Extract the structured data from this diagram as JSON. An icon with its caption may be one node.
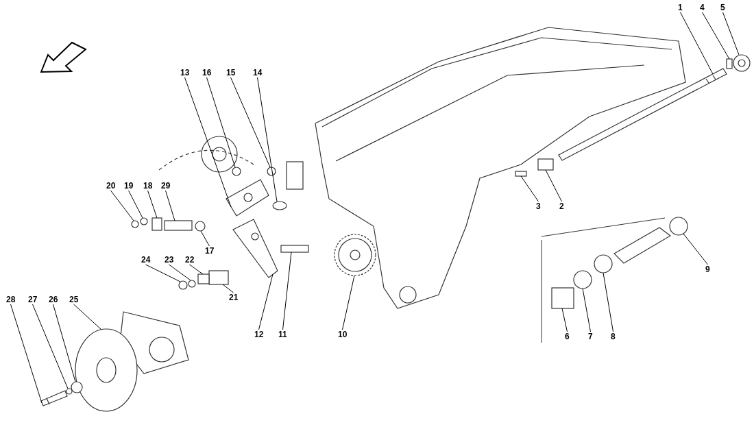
{
  "diagram": {
    "nodes": [
      {
        "text": [
          "1"
        ]
      },
      {
        "text": [
          "2"
        ]
      },
      {
        "text": [
          "3"
        ]
      },
      {
        "text": [
          "4"
        ]
      },
      {
        "text": [
          "5"
        ]
      },
      {
        "text": [
          "6"
        ]
      },
      {
        "text": [
          "7"
        ]
      },
      {
        "text": [
          "8"
        ]
      },
      {
        "text": [
          "9"
        ]
      },
      {
        "text": [
          "10"
        ]
      },
      {
        "text": [
          "11"
        ]
      },
      {
        "text": [
          "12"
        ]
      },
      {
        "text": [
          "13"
        ]
      },
      {
        "text": [
          "14"
        ]
      },
      {
        "text": [
          "15"
        ]
      },
      {
        "text": [
          "16"
        ]
      },
      {
        "text": [
          "17"
        ]
      },
      {
        "text": [
          "18"
        ]
      },
      {
        "text": [
          "19"
        ]
      },
      {
        "text": [
          "20"
        ]
      },
      {
        "text": [
          "21"
        ]
      },
      {
        "text": [
          "22"
        ]
      },
      {
        "text": [
          "23"
        ]
      },
      {
        "text": [
          "24"
        ]
      },
      {
        "text": [
          "25"
        ]
      },
      {
        "text": [
          "26"
        ]
      },
      {
        "text": [
          "27"
        ]
      },
      {
        "text": [
          "28"
        ]
      },
      {
        "text": [
          "29"
        ]
      },
      {
        "text": [],
        "shape": "picture"
      },
      {
        "text": [],
        "shape": "box"
      },
      {
        "text": [],
        "shape": "box"
      },
      {
        "text": [],
        "shape": "box"
      },
      {
        "text": [],
        "shape": "picture"
      },
      {
        "text": [],
        "shape": "box"
      },
      {
        "text": [],
        "shape": "circle"
      },
      {
        "text": [],
        "shape": "circle"
      },
      {
        "text": [],
        "shape": "circle"
      },
      {
        "text": [],
        "shape": "picture"
      },
      {
        "text": [],
        "shape": "box"
      },
      {
        "text": [],
        "shape": "picture"
      },
      {
        "text": [],
        "shape": "picture"
      },
      {
        "text": [],
        "shape": "circle"
      },
      {
        "text": [],
        "shape": "circle"
      },
      {
        "text": [],
        "shape": "circle"
      },
      {
        "text": [],
        "shape": "circle"
      },
      {
        "text": [],
        "shape": "box"
      },
      {
        "text": [],
        "shape": "circle"
      },
      {
        "text": [],
        "shape": "circle"
      },
      {
        "text": [],
        "shape": "box"
      },
      {
        "text": [],
        "shape": "box"
      },
      {
        "text": [],
        "shape": "circle"
      },
      {
        "text": [],
        "shape": "circle"
      },
      {
        "text": [],
        "shape": "picture"
      },
      {
        "text": [],
        "shape": "circle"
      },
      {
        "text": [],
        "shape": "circle"
      },
      {
        "text": [],
        "shape": "picture"
      },
      {
        "text": [],
        "shape": "box"
      }
    ],
    "edges": [
      {
        "from": 0,
        "to": 29,
        "arrow": "none"
      },
      {
        "from": 1,
        "to": 30,
        "arrow": "none"
      },
      {
        "from": 2,
        "to": 31,
        "arrow": "none"
      },
      {
        "from": 3,
        "to": 32,
        "arrow": "none"
      },
      {
        "from": 4,
        "to": 33,
        "arrow": "none"
      },
      {
        "from": 5,
        "to": 34,
        "arrow": "none"
      },
      {
        "from": 6,
        "to": 35,
        "arrow": "none"
      },
      {
        "from": 7,
        "to": 36,
        "arrow": "none"
      },
      {
        "from": 8,
        "to": 37,
        "arrow": "none"
      },
      {
        "from": 9,
        "to": 38,
        "arrow": "none"
      },
      {
        "from": 10,
        "to": 39,
        "arrow": "none"
      },
      {
        "from": 11,
        "to": 40,
        "arrow": "none"
      },
      {
        "from": 12,
        "to": 41,
        "arrow": "none"
      },
      {
        "from": 13,
        "to": 42,
        "arrow": "none"
      },
      {
        "from": 14,
        "to": 43,
        "arrow": "none"
      },
      {
        "from": 15,
        "to": 44,
        "arrow": "none"
      },
      {
        "from": 16,
        "to": 45,
        "arrow": "none"
      },
      {
        "from": 17,
        "to": 46,
        "arrow": "none"
      },
      {
        "from": 18,
        "to": 47,
        "arrow": "none"
      },
      {
        "from": 19,
        "to": 48,
        "arrow": "none"
      },
      {
        "from": 20,
        "to": 49,
        "arrow": "none"
      },
      {
        "from": 21,
        "to": 50,
        "arrow": "none"
      },
      {
        "from": 22,
        "to": 51,
        "arrow": "none"
      },
      {
        "from": 23,
        "to": 52,
        "arrow": "none"
      },
      {
        "from": 24,
        "to": 53,
        "arrow": "none"
      },
      {
        "from": 25,
        "to": 54,
        "arrow": "none"
      },
      {
        "from": 26,
        "to": 55,
        "arrow": "none"
      },
      {
        "from": 27,
        "to": 56,
        "arrow": "none"
      },
      {
        "from": 28,
        "to": 57,
        "arrow": "none"
      }
    ]
  }
}
